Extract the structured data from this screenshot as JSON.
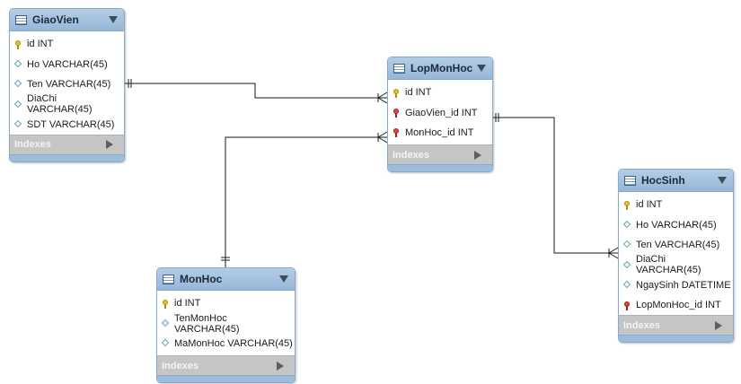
{
  "tables": {
    "giaovien": {
      "name": "GiaoVien",
      "columns": [
        {
          "text": "id INT",
          "icon": "primary-key-icon"
        },
        {
          "text": "Ho VARCHAR(45)",
          "icon": "column-diamond-icon"
        },
        {
          "text": "Ten VARCHAR(45)",
          "icon": "column-diamond-icon"
        },
        {
          "text": "DiaChi VARCHAR(45)",
          "icon": "column-diamond-icon"
        },
        {
          "text": "SDT VARCHAR(45)",
          "icon": "column-diamond-icon"
        }
      ],
      "indexes_label": "Indexes"
    },
    "lopmonhoc": {
      "name": "LopMonHoc",
      "columns": [
        {
          "text": "id INT",
          "icon": "primary-key-icon"
        },
        {
          "text": "GiaoVien_id INT",
          "icon": "foreign-key-icon"
        },
        {
          "text": "MonHoc_id INT",
          "icon": "foreign-key-icon"
        }
      ],
      "indexes_label": "Indexes"
    },
    "monhoc": {
      "name": "MonHoc",
      "columns": [
        {
          "text": "id INT",
          "icon": "primary-key-icon"
        },
        {
          "text": "TenMonHoc VARCHAR(45)",
          "icon": "column-diamond-icon"
        },
        {
          "text": "MaMonHoc VARCHAR(45)",
          "icon": "column-diamond-icon"
        }
      ],
      "indexes_label": "Indexes"
    },
    "hocsinh": {
      "name": "HocSinh",
      "columns": [
        {
          "text": "id INT",
          "icon": "primary-key-icon"
        },
        {
          "text": "Ho VARCHAR(45)",
          "icon": "column-diamond-icon"
        },
        {
          "text": "Ten VARCHAR(45)",
          "icon": "column-diamond-icon"
        },
        {
          "text": "DiaChi VARCHAR(45)",
          "icon": "column-diamond-icon"
        },
        {
          "text": "NgaySinh DATETIME",
          "icon": "column-diamond-icon"
        },
        {
          "text": "LopMonHoc_id INT",
          "icon": "foreign-key-icon"
        }
      ],
      "indexes_label": "Indexes"
    }
  },
  "relationships": [
    {
      "from": "GiaoVien",
      "to": "LopMonHoc",
      "type": "one-to-many"
    },
    {
      "from": "MonHoc",
      "to": "LopMonHoc",
      "type": "one-to-many"
    },
    {
      "from": "LopMonHoc",
      "to": "HocSinh",
      "type": "one-to-many"
    }
  ],
  "colors": {
    "header": "#a9c5e2",
    "border": "#8aa9c8",
    "indexes_bar": "#c5c5c5",
    "primary_key": "#e8c228",
    "foreign_key": "#e0453a",
    "line": "#1a1a1a"
  }
}
